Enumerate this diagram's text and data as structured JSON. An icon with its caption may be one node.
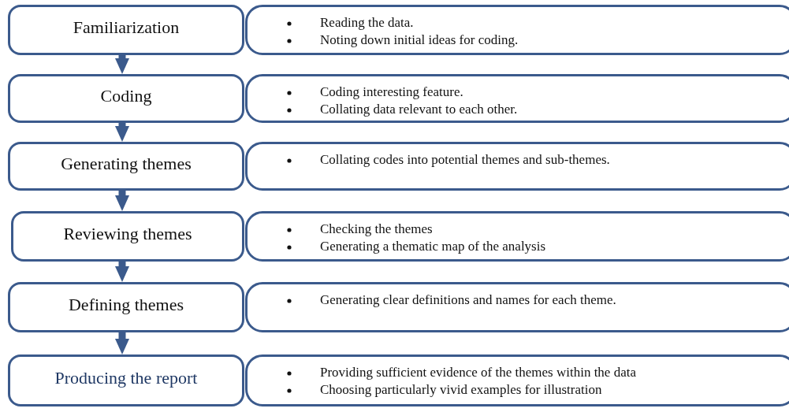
{
  "diagram": {
    "nodes": [
      {
        "text": [
          "Familiarization"
        ]
      },
      {
        "text": [
          "Reading the data.",
          "Noting down initial ideas for coding."
        ]
      },
      {
        "text": [
          "Coding"
        ]
      },
      {
        "text": [
          "Coding interesting feature.",
          "Collating data relevant to each other."
        ]
      },
      {
        "text": [
          "Generating themes"
        ]
      },
      {
        "text": [
          "Collating codes into potential themes and sub-themes."
        ]
      },
      {
        "text": [
          "Reviewing themes"
        ]
      },
      {
        "text": [
          "Checking the themes",
          "Generating a thematic map of the analysis"
        ]
      },
      {
        "text": [
          "Defining themes"
        ]
      },
      {
        "text": [
          "Generating clear definitions and names for each theme."
        ]
      },
      {
        "text": [
          "Producing the report"
        ]
      },
      {
        "text": [
          "Providing sufficient evidence of the themes within the data",
          "Choosing particularly vivid examples for illustration"
        ]
      }
    ],
    "edges": [
      {
        "from": 0,
        "to": 2,
        "arrow": "to"
      },
      {
        "from": 2,
        "to": 4,
        "arrow": "to"
      },
      {
        "from": 4,
        "to": 6,
        "arrow": "to"
      },
      {
        "from": 6,
        "to": 8,
        "arrow": "to"
      },
      {
        "from": 8,
        "to": 10,
        "arrow": "to"
      }
    ]
  }
}
